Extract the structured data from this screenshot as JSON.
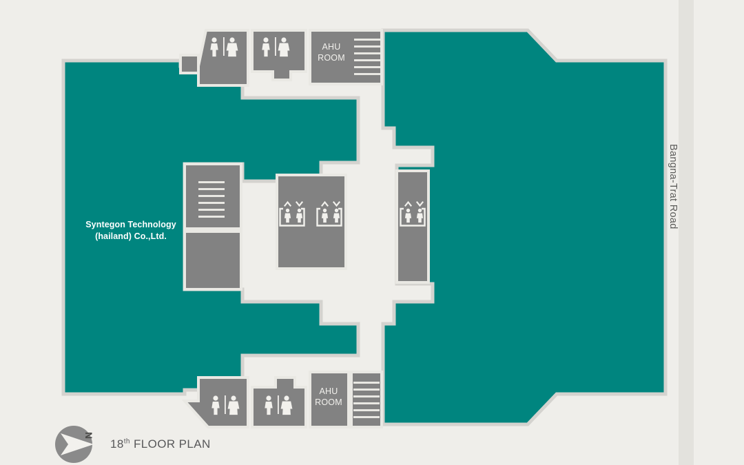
{
  "page": {
    "title": "18th FLOOR PLAN",
    "floor_number": "18",
    "floor_ordinal": "th",
    "floor_word": " FLOOR PLAN"
  },
  "colors": {
    "background": "#efeeea",
    "tenant_fill": "#00857f",
    "service_fill": "#828282",
    "outline": "#d4d3cf",
    "road_strip": "#e3e2dd",
    "label_text": "#58585a",
    "tenant_text": "#ffffff"
  },
  "tenant": {
    "name_line1": "Syntegon Technology",
    "name_line2": "(hailand) Co.,Ltd."
  },
  "road": {
    "label": "Bangna-Trat Road"
  },
  "rooms": {
    "ahu_top": "AHU\nROOM",
    "ahu_top_line1": "AHU",
    "ahu_top_line2": "ROOM",
    "ahu_bottom_line1": "AHU",
    "ahu_bottom_line2": "ROOM"
  },
  "compass": {
    "north_letter": "N"
  },
  "legend_icons": {
    "restroom": "restroom-icon",
    "elevator": "elevator-icon",
    "stair": "stair-icon",
    "compass": "compass-icon"
  },
  "service_blocks": [
    {
      "name": "restroom-top-left",
      "icon": "restroom-icon",
      "label": ""
    },
    {
      "name": "restroom-top-right",
      "icon": "restroom-icon",
      "label": ""
    },
    {
      "name": "ahu-room-top",
      "icon": "stair-icon",
      "label": "AHU ROOM"
    },
    {
      "name": "stair-left-upper",
      "icon": "stair-icon",
      "label": ""
    },
    {
      "name": "service-left-lower",
      "icon": "",
      "label": ""
    },
    {
      "name": "elevator-lobby-center",
      "icon": "elevator-icon",
      "label": ""
    },
    {
      "name": "elevator-lobby-right",
      "icon": "elevator-icon",
      "label": ""
    },
    {
      "name": "restroom-bottom-left",
      "icon": "restroom-icon",
      "label": ""
    },
    {
      "name": "restroom-bottom-right",
      "icon": "restroom-icon",
      "label": ""
    },
    {
      "name": "ahu-room-bottom",
      "icon": "stair-icon",
      "label": "AHU ROOM"
    },
    {
      "name": "stair-bottom-right",
      "icon": "stair-icon",
      "label": ""
    }
  ]
}
